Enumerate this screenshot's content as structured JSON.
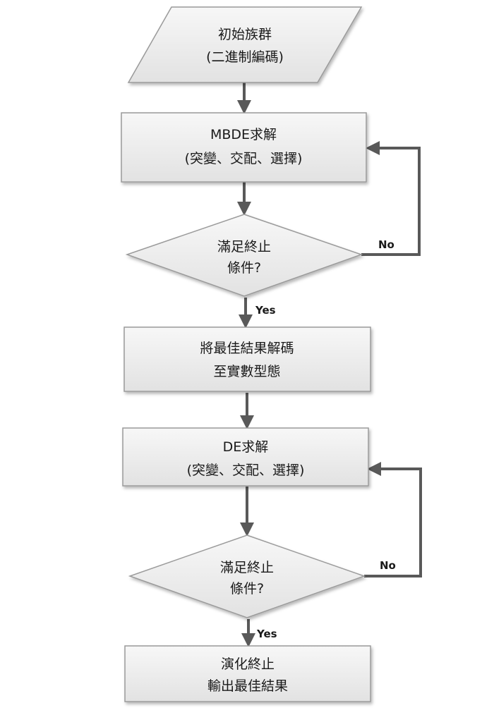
{
  "nodes": {
    "start": {
      "line1": "初始族群",
      "line2": "(二進制編碼)"
    },
    "mbde_solve": {
      "line1": "MBDE求解",
      "line2": "(突變、交配、選擇)"
    },
    "decision1": {
      "line1": "滿足終止",
      "line2": "條件?"
    },
    "decode": {
      "line1": "將最佳結果解碼",
      "line2": "至實數型態"
    },
    "de_solve": {
      "line1": "DE求解",
      "line2": "(突變、交配、選擇)"
    },
    "decision2": {
      "line1": "滿足終止",
      "line2": "條件?"
    },
    "end": {
      "line1": "演化終止",
      "line2": "輸出最佳結果"
    }
  },
  "edges": {
    "decision1_yes": "Yes",
    "decision1_no": "No",
    "decision2_yes": "Yes",
    "decision2_no": "No"
  },
  "colors": {
    "box_fill_top": "#f6f6f6",
    "box_fill_bottom": "#e4e4e4",
    "box_stroke": "#9a9a9a",
    "connector": "#595959"
  }
}
